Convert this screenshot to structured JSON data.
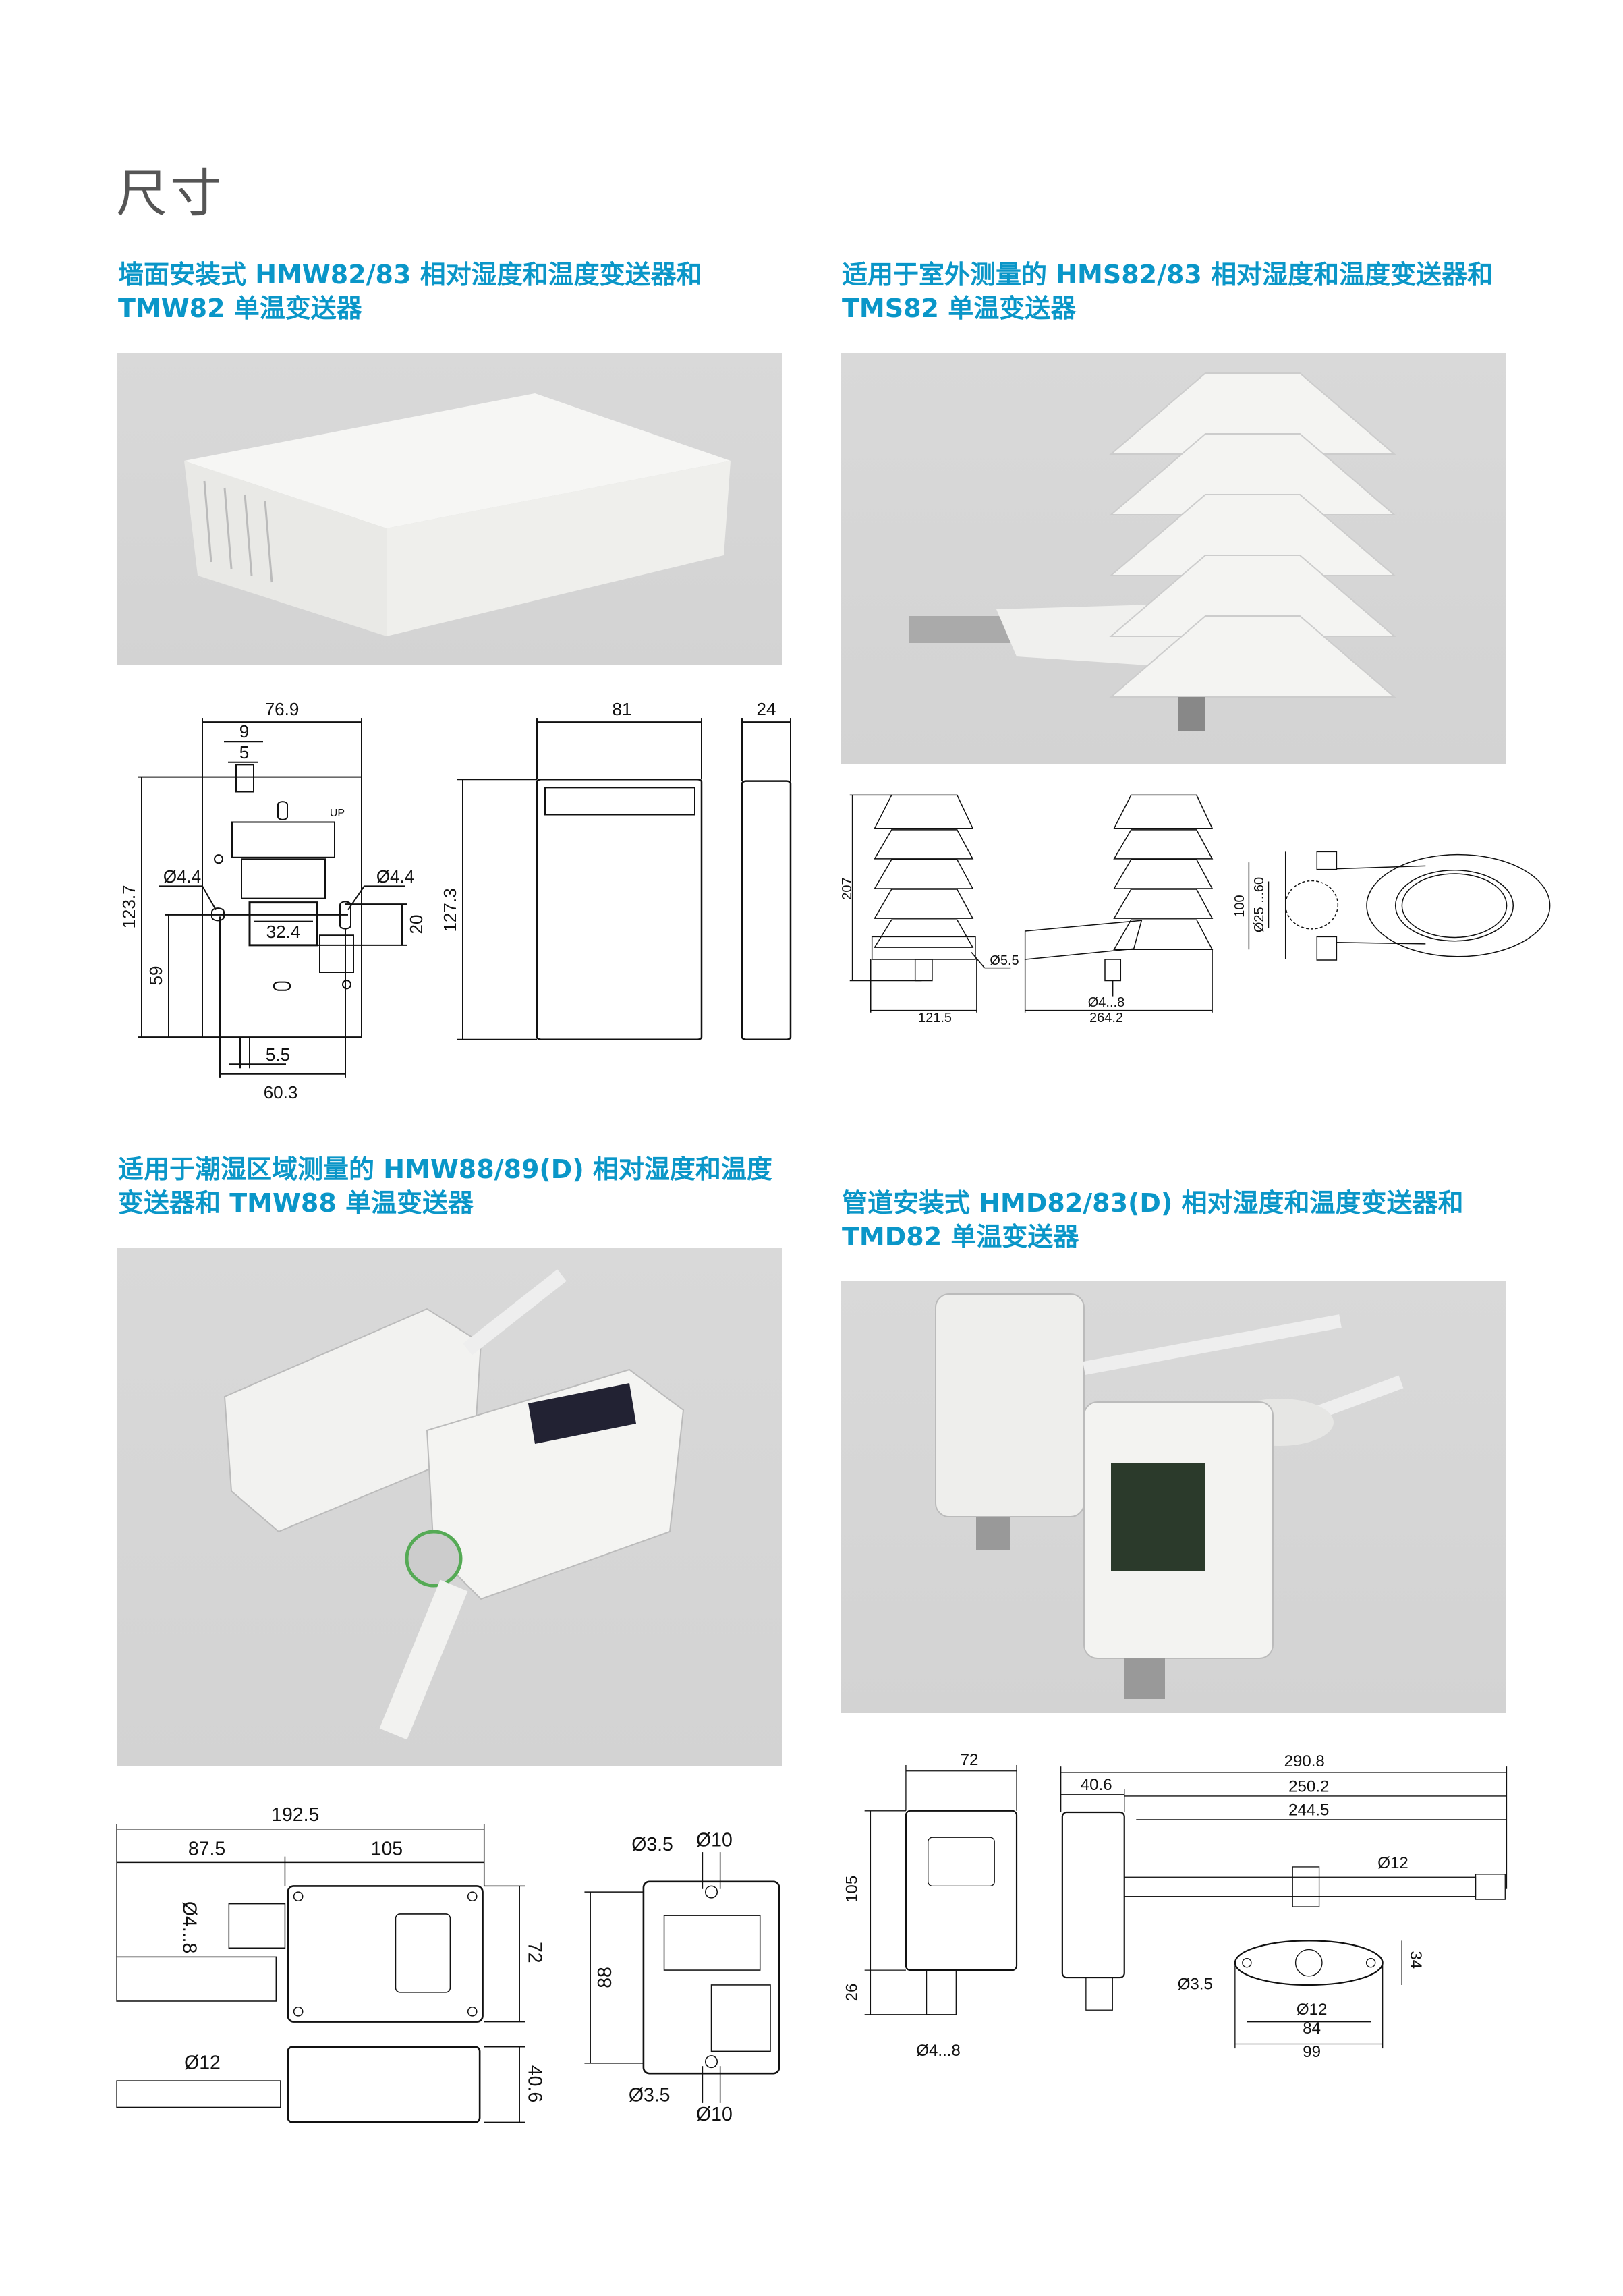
{
  "page_title": "尺寸",
  "sections": [
    {
      "heading": [
        "墙面安装式 HMW82/83 相对湿度和温度变送器和",
        "TMW82 单温变送器"
      ]
    },
    {
      "heading": [
        "适用于室外测量的 HMS82/83 相对湿度和温度变送器和",
        "TMS82 单温变送器"
      ]
    },
    {
      "heading": [
        "适用于潮湿区域测量的 HMW88/89(D) 相对湿度和温度",
        "变送器和 TMW88 单温变送器"
      ]
    },
    {
      "heading": [
        "管道安装式 HMD82/83(D) 相对湿度和温度变送器和",
        "TMD82 单温变送器"
      ]
    }
  ],
  "drawing1": {
    "width_overall": "76.9",
    "d9": "9",
    "d5": "5",
    "hole_left": "Ø4.4",
    "hole_right": "Ø4.4",
    "height": "123.7",
    "h59": "59",
    "w32": "32.4",
    "h20": "20",
    "d55": "5.5",
    "w603": "60.3",
    "up": "UP",
    "front_width": "81",
    "front_height": "127.3",
    "side_width": "24"
  },
  "drawing2": {
    "height": "207",
    "hole": "Ø5.5",
    "width_front": "121.5",
    "cable": "Ø4...8",
    "width_side": "264.2",
    "clamp_height": "100",
    "pipe": "Ø25 ...60"
  },
  "drawing3": {
    "total": "192.5",
    "left": "87.5",
    "right": "105",
    "cable": "Ø4...8",
    "height": "72",
    "probe": "Ø12",
    "depth": "40.6",
    "side_height": "88",
    "top_hole": "Ø3.5",
    "top_d": "Ø10",
    "bottom_hole": "Ø3.5",
    "bottom_d": "Ø10"
  },
  "drawing4": {
    "width": "72",
    "height": "105",
    "gland_h": "26",
    "cable": "Ø4...8",
    "total": "290.8",
    "depth": "40.6",
    "l250": "250.2",
    "l244": "244.5",
    "probe": "Ø12",
    "flange_hole": "Ø3.5",
    "flange_h": "34",
    "flange_d": "Ø12",
    "flange_w1": "84",
    "flange_w2": "99"
  },
  "colors": {
    "heading": "#0a96c8",
    "title": "#555555",
    "photo_bg": "#d6d6d6"
  }
}
